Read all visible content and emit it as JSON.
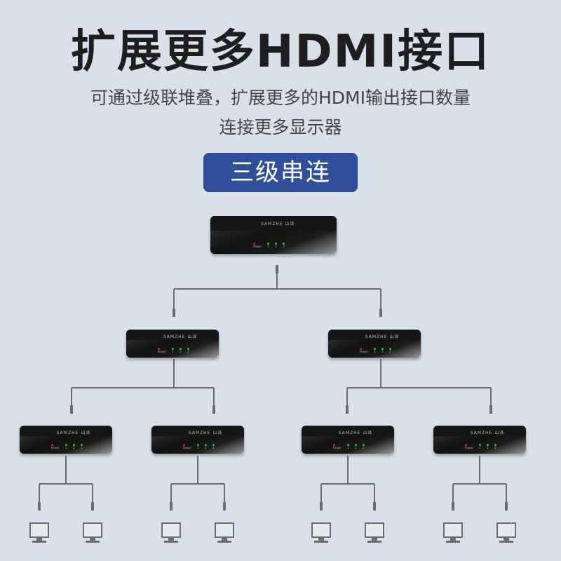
{
  "title": "扩展更多HDMI接口",
  "subtitle_line1": "可通过级联堆叠，扩展更多的HDMI输出接口数量",
  "subtitle_line2": "连接更多显示器",
  "badge": "三级串连",
  "device": {
    "brand": "SAMZHE 山泽",
    "power_label": "Power",
    "ports": [
      "1",
      "2",
      "3"
    ]
  },
  "colors": {
    "background": "#d9e0ea",
    "badge": "#2f4f9b",
    "line": "#6d6d6d",
    "power_led": "#e02020",
    "port_led": "#22cc33"
  }
}
